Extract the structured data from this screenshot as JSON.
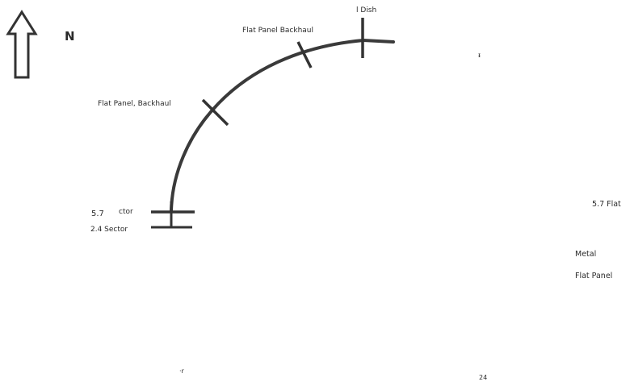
{
  "compass": {
    "label": "N"
  },
  "labels": {
    "dish": "l Dish",
    "flat_panel_backhaul_top": "Flat Panel Backhaul",
    "flat_panel_backhaul_mid": "Flat Panel, Backhaul",
    "left_5_7": "5.7",
    "left_sector_a": "ctor",
    "left_sector_b": "2.4 Sector",
    "right_5_7_flat": "5.7 Flat",
    "right_metal": "Metal",
    "right_flat_panel": "Flat Panel",
    "mark_top": "ᵻ",
    "mark_bottom_left": "·r",
    "mark_bottom_right": "24"
  },
  "colors": {
    "line": "#3a3a3a",
    "text": "#2a2a2a",
    "background": "#ffffff"
  }
}
